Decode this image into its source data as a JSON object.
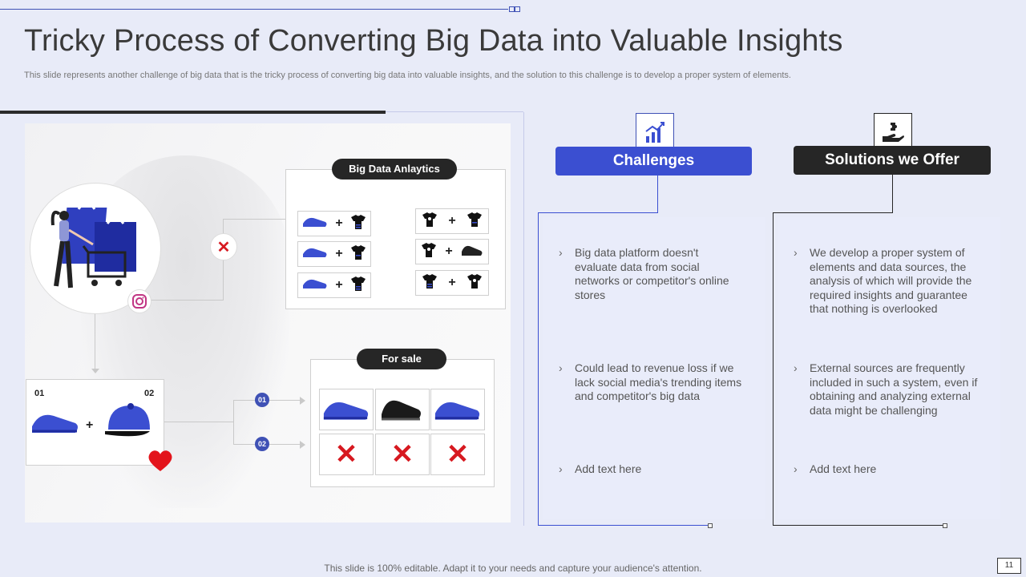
{
  "slide": {
    "title": "Tricky Process of Converting Big Data into Valuable Insights",
    "subtitle": "This slide represents another challenge of big data that is the tricky  process of converting big data into valuable insights, and the solution to this challenge is to develop a proper system of elements.",
    "footer": "This slide is 100% editable. Adapt it to your needs and capture your audience's attention.",
    "page_number": "11"
  },
  "illustration": {
    "analytics_label": "Big Data Anlaytics",
    "sale_label": "For sale",
    "num_01": "01",
    "num_02": "02",
    "badge_01": "01",
    "badge_02": "02",
    "plus": "+"
  },
  "challenges": {
    "header": "Challenges",
    "icon": "growth-chart-icon",
    "items": [
      "Big data platform doesn't evaluate data from social networks or competitor's online stores",
      "Could lead to revenue loss if we lack social media's trending items and competitor's big data",
      "Add text here"
    ]
  },
  "solutions": {
    "header": "Solutions we Offer",
    "icon": "puzzle-hand-icon",
    "items": [
      "We develop a proper system of elements and data sources, the analysis of which will provide the required insights and guarantee that nothing is overlooked",
      "External sources are frequently included in such a system, even if obtaining and analyzing external data might be challenging",
      "Add text here"
    ]
  },
  "colors": {
    "accent_blue": "#3f51b5",
    "header_blue": "#3b4fd1",
    "dark": "#262626",
    "red": "#d71920",
    "background": "#e8ebf8"
  }
}
